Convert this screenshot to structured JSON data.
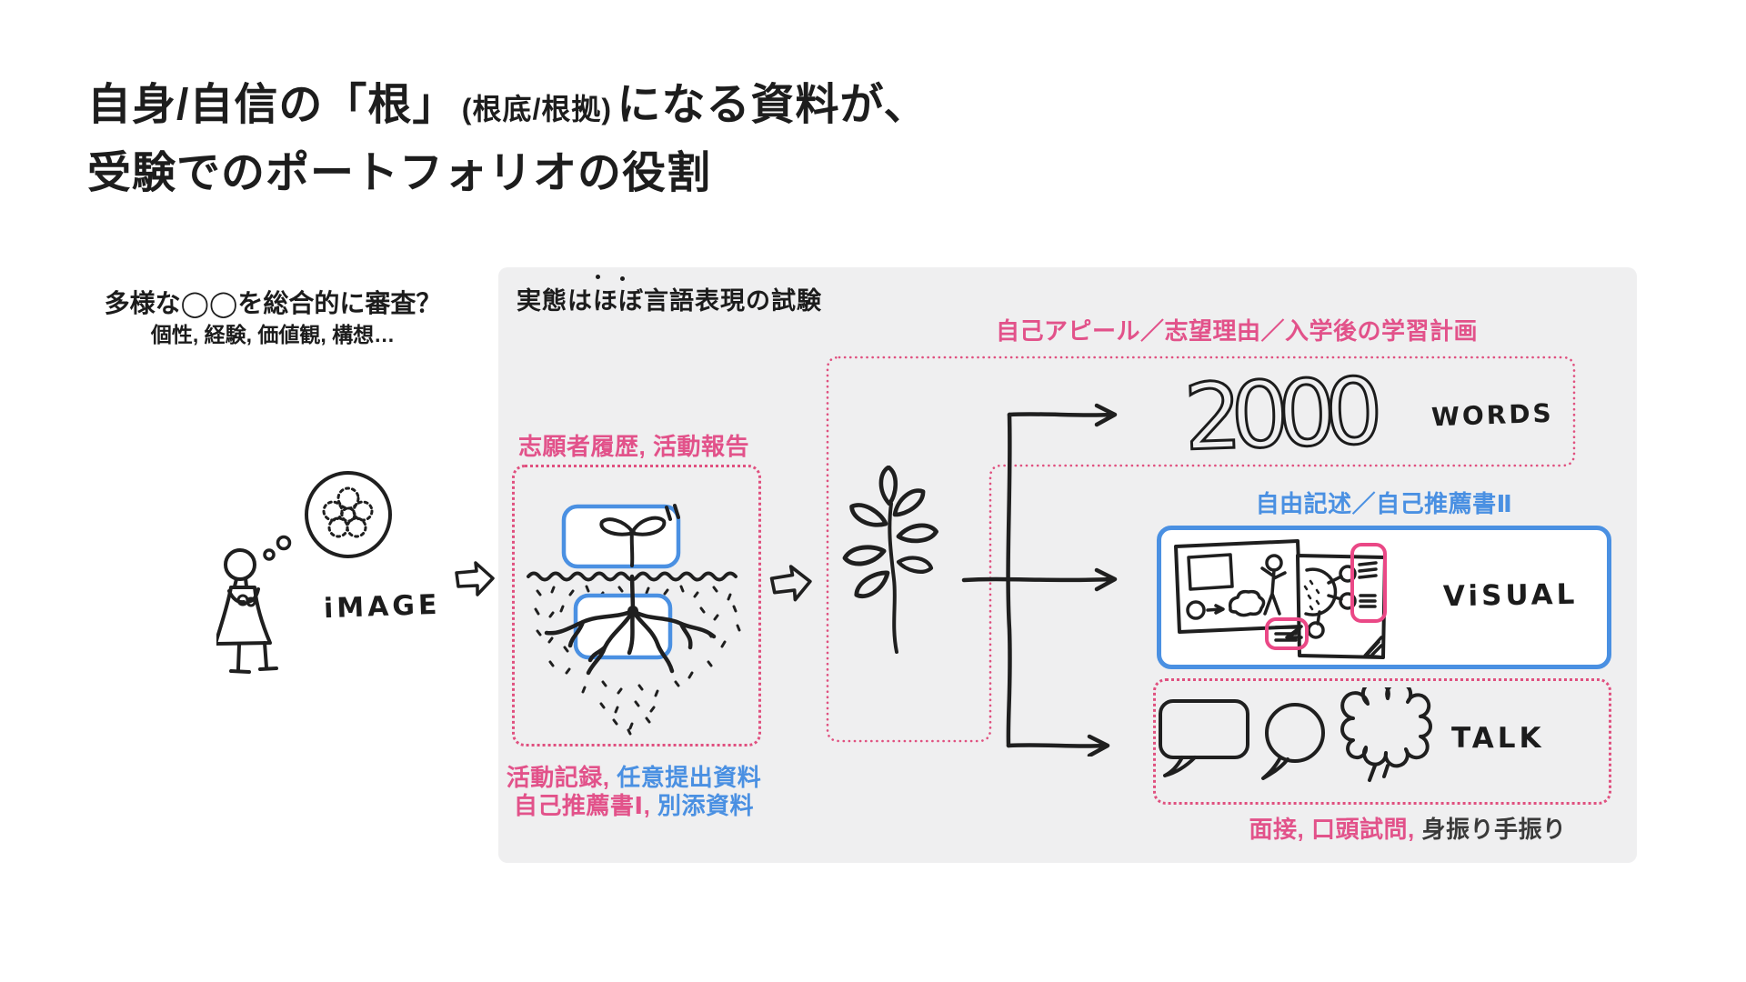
{
  "title": {
    "line1": [
      {
        "text": "自身/自信の「根」",
        "size": "large"
      },
      {
        "text": "(根底/根拠)",
        "size": "small"
      },
      {
        "text": "になる資料が、",
        "size": "large"
      }
    ],
    "line2": "受験でのポートフォリオの役割"
  },
  "left": {
    "heading": "多様な◯◯を総合的に審査？",
    "sub": "個性, 経験, 価値観, 構想…",
    "image_label": "iMAGE"
  },
  "panel": {
    "heading": "実態はほぼ言語表現の試験",
    "top_label": "自己アピール／志望理由／入学後の学習計画",
    "seed": {
      "label": "志願者履歴, 活動報告",
      "caption_line1_pink": "活動記録, ",
      "caption_line1_blue": "任意提出資料",
      "caption_line2_pink": "自己推薦書Ⅰ, ",
      "caption_line2_blue": "別添資料"
    },
    "words": {
      "number": "2000",
      "label": "WORDS"
    },
    "visual": {
      "heading": "自由記述／自己推薦書Ⅱ",
      "label": "ViSUAL"
    },
    "talk": {
      "label": "TALK",
      "caption_pink": "面接, 口頭試問, ",
      "caption_dark": "身振り手振り"
    }
  },
  "colors": {
    "pink_text": "#e2528a",
    "pink_dotted": "#e0507f",
    "blue": "#4a90e2",
    "panel_bg": "#efeff0",
    "ink": "#1c1c1c"
  },
  "icons": {
    "arrow1": "hollow-right-arrow",
    "arrow2": "hollow-right-arrow",
    "person": "person-imagining-sketch",
    "seed": "seed-roots-sketch",
    "plant": "sprouting-plant-sketch",
    "fork": "three-way-fork-arrows",
    "visual": "portfolio-pages-sketch",
    "talk": "speech-bubbles-sketch"
  }
}
